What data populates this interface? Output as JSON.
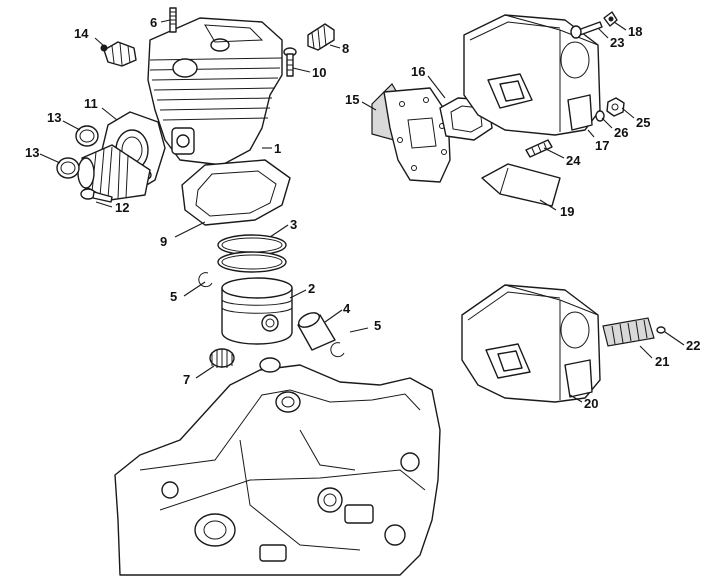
{
  "callouts": [
    {
      "id": "c1",
      "text": "1"
    },
    {
      "id": "c2",
      "text": "2"
    },
    {
      "id": "c3",
      "text": "3"
    },
    {
      "id": "c4",
      "text": "4"
    },
    {
      "id": "c5a",
      "text": "5"
    },
    {
      "id": "c5b",
      "text": "5"
    },
    {
      "id": "c6",
      "text": "6"
    },
    {
      "id": "c7",
      "text": "7"
    },
    {
      "id": "c8",
      "text": "8"
    },
    {
      "id": "c9",
      "text": "9"
    },
    {
      "id": "c10",
      "text": "10"
    },
    {
      "id": "c11",
      "text": "11"
    },
    {
      "id": "c12",
      "text": "12"
    },
    {
      "id": "c13a",
      "text": "13"
    },
    {
      "id": "c13b",
      "text": "13"
    },
    {
      "id": "c14",
      "text": "14"
    },
    {
      "id": "c15",
      "text": "15"
    },
    {
      "id": "c16",
      "text": "16"
    },
    {
      "id": "c17",
      "text": "17"
    },
    {
      "id": "c18",
      "text": "18"
    },
    {
      "id": "c19",
      "text": "19"
    },
    {
      "id": "c20",
      "text": "20"
    },
    {
      "id": "c21",
      "text": "21"
    },
    {
      "id": "c22",
      "text": "22"
    },
    {
      "id": "c23",
      "text": "23"
    },
    {
      "id": "c24",
      "text": "24"
    },
    {
      "id": "c25",
      "text": "25"
    },
    {
      "id": "c26",
      "text": "26"
    }
  ]
}
